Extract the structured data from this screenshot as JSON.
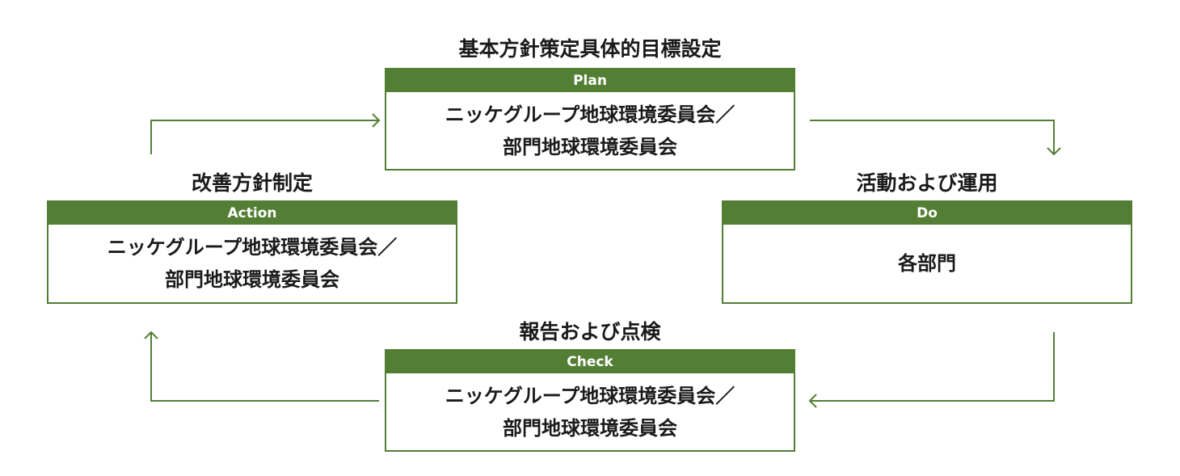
{
  "colors": {
    "accent": "#537f35",
    "text": "#1a1a1a"
  },
  "plan": {
    "title": "基本方針策定具体的目標設定",
    "header": "Plan",
    "lines": [
      "ニッケグループ地球環境委員会／",
      "部門地球環境委員会"
    ]
  },
  "do": {
    "title": "活動および運用",
    "header": "Do",
    "lines": [
      "各部門"
    ]
  },
  "check": {
    "title": "報告および点検",
    "header": "Check",
    "lines": [
      "ニッケグループ地球環境委員会／",
      "部門地球環境委員会"
    ]
  },
  "action": {
    "title": "改善方針制定",
    "header": "Action",
    "lines": [
      "ニッケグループ地球環境委員会／",
      "部門地球環境委員会"
    ]
  }
}
